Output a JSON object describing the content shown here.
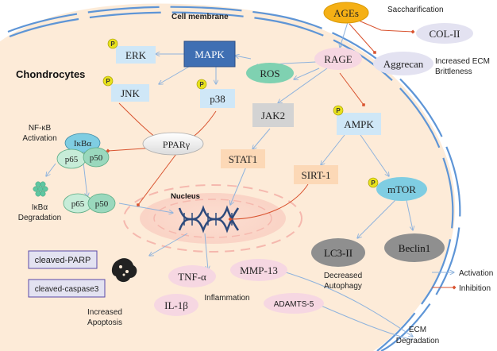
{
  "membrane_label": "Cell membrane",
  "cell_label": "Chondrocytes",
  "nucleus_label": "Nucleus",
  "phospho_badge": "P",
  "nodes": {
    "ages": "AGEs",
    "rage": "RAGE",
    "col2": "COL-II",
    "aggrecan": "Aggrecan",
    "ros": "ROS",
    "mapk": "MAPK",
    "erk": "ERK",
    "jnk": "JNK",
    "p38": "p38",
    "ppar": "PPARγ",
    "jak2": "JAK2",
    "stat1": "STAT1",
    "ampk": "AMPK",
    "sirt1": "SIRT-1",
    "mtor": "mTOR",
    "lc3": "LC3-II",
    "beclin": "Beclin1",
    "ikba": "IκBα",
    "p65": "p65",
    "p50": "p50",
    "p65_free": "p65",
    "p50_free": "p50",
    "cleaved_parp": "cleaved-PARP",
    "cleaved_casp3": "cleaved-caspase3",
    "tnfa": "TNF-α",
    "il1b": "IL-1β",
    "mmp13": "MMP-13",
    "adamts5": "ADAMTS-5"
  },
  "annotations": {
    "saccharification": "Saccharification",
    "ecm_brittle_1": "Increased ECM",
    "ecm_brittle_2": "Brittleness",
    "nfkb_1": "NF-κB",
    "nfkb_2": "Activation",
    "ikba_deg_1": "IκBα",
    "ikba_deg_2": "Degradation",
    "autophagy_1": "Decreased",
    "autophagy_2": "Autophagy",
    "apoptosis_1": "Increased",
    "apoptosis_2": "Apoptosis",
    "inflammation": "Inflammation",
    "ecm_deg_1": "ECM",
    "ecm_deg_2": "Degradation"
  },
  "legend": {
    "activation": "Activation",
    "inhibition": "Inhibition"
  },
  "colors": {
    "activation_line": "#8fb3dd",
    "inhibition_line": "#d9532f",
    "ages_fill": "#f5b015",
    "mapk_fill": "#3f6fb3",
    "blue_box": "#cfe7f7",
    "gray_box": "#d3d3d3",
    "orange_box": "#fcd8b6",
    "pink_ellipse": "#f6d7e2",
    "lavender_ellipse": "#e3e2f1",
    "green_ellipse": "#7fd1b1",
    "cyan_ellipse": "#7fcde2",
    "cell_fill": "#fdebd8",
    "membrane": "#5e95d6"
  }
}
